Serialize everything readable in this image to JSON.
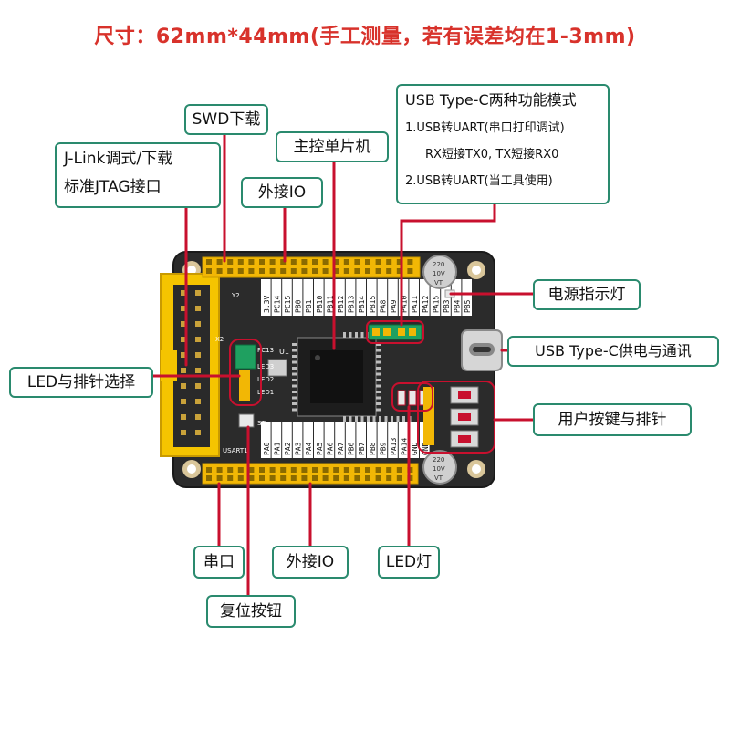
{
  "title": "尺寸：62mm*44mm(手工测量，若有误差均在1-3mm)",
  "colors": {
    "title": "#d8322b",
    "leader": "#c8102e",
    "callout_border": "#2a8a6e",
    "pcb": "#2b2b2b",
    "header": "#f2b705"
  },
  "callouts": {
    "swd": "SWD下载",
    "mcu": "主控单片机",
    "jlink_line1": "J-Link调式/下载",
    "jlink_line2": "标准JTAG接口",
    "io_top": "外接IO",
    "usb_mode_title": "USB Type-C两种功能模式",
    "usb_mode_1": "1.USB转UART(串口打印调试)",
    "usb_mode_1b": "RX短接TX0, TX短接RX0",
    "usb_mode_2": "2.USB转UART(当工具使用)",
    "power_led": "电源指示灯",
    "usb_power": "USB Type-C供电与通讯",
    "led_select": "LED与排针选择",
    "user_keys": "用户按键与排针",
    "uart": "串口",
    "io_bottom": "外接IO",
    "led_light": "LED灯",
    "reset": "复位按钮"
  },
  "board": {
    "top_pins": [
      "3.3V",
      "PC14",
      "PC15",
      "PB0",
      "PB1",
      "PB10",
      "PB11",
      "PB12",
      "PB13",
      "PB14",
      "PB15",
      "PA8",
      "PA9",
      "PA10",
      "PA11",
      "PA12",
      "PA15",
      "PB3",
      "PB4",
      "PB5"
    ],
    "bottom_pins": [
      "PA0",
      "PA1",
      "PA2",
      "PA3",
      "PA4",
      "PA5",
      "PA6",
      "PA7",
      "PB6",
      "PB7",
      "PB8",
      "PB9",
      "PA13",
      "PA14",
      "GND",
      "GND"
    ],
    "silk_u1": "U1",
    "silk_x2": "X2",
    "silk_y2": "Y2",
    "silk_pc13": "PC13",
    "silk_led3": "LED3",
    "silk_led2": "LED2",
    "silk_led1": "LED1",
    "silk_usart1": "USART1",
    "silk_st": "ST",
    "cap_top_1": "220",
    "cap_top_2": "10V",
    "cap_top_3": "VT",
    "cap_bot_1": "220",
    "cap_bot_2": "10V",
    "cap_bot_3": "VT"
  }
}
